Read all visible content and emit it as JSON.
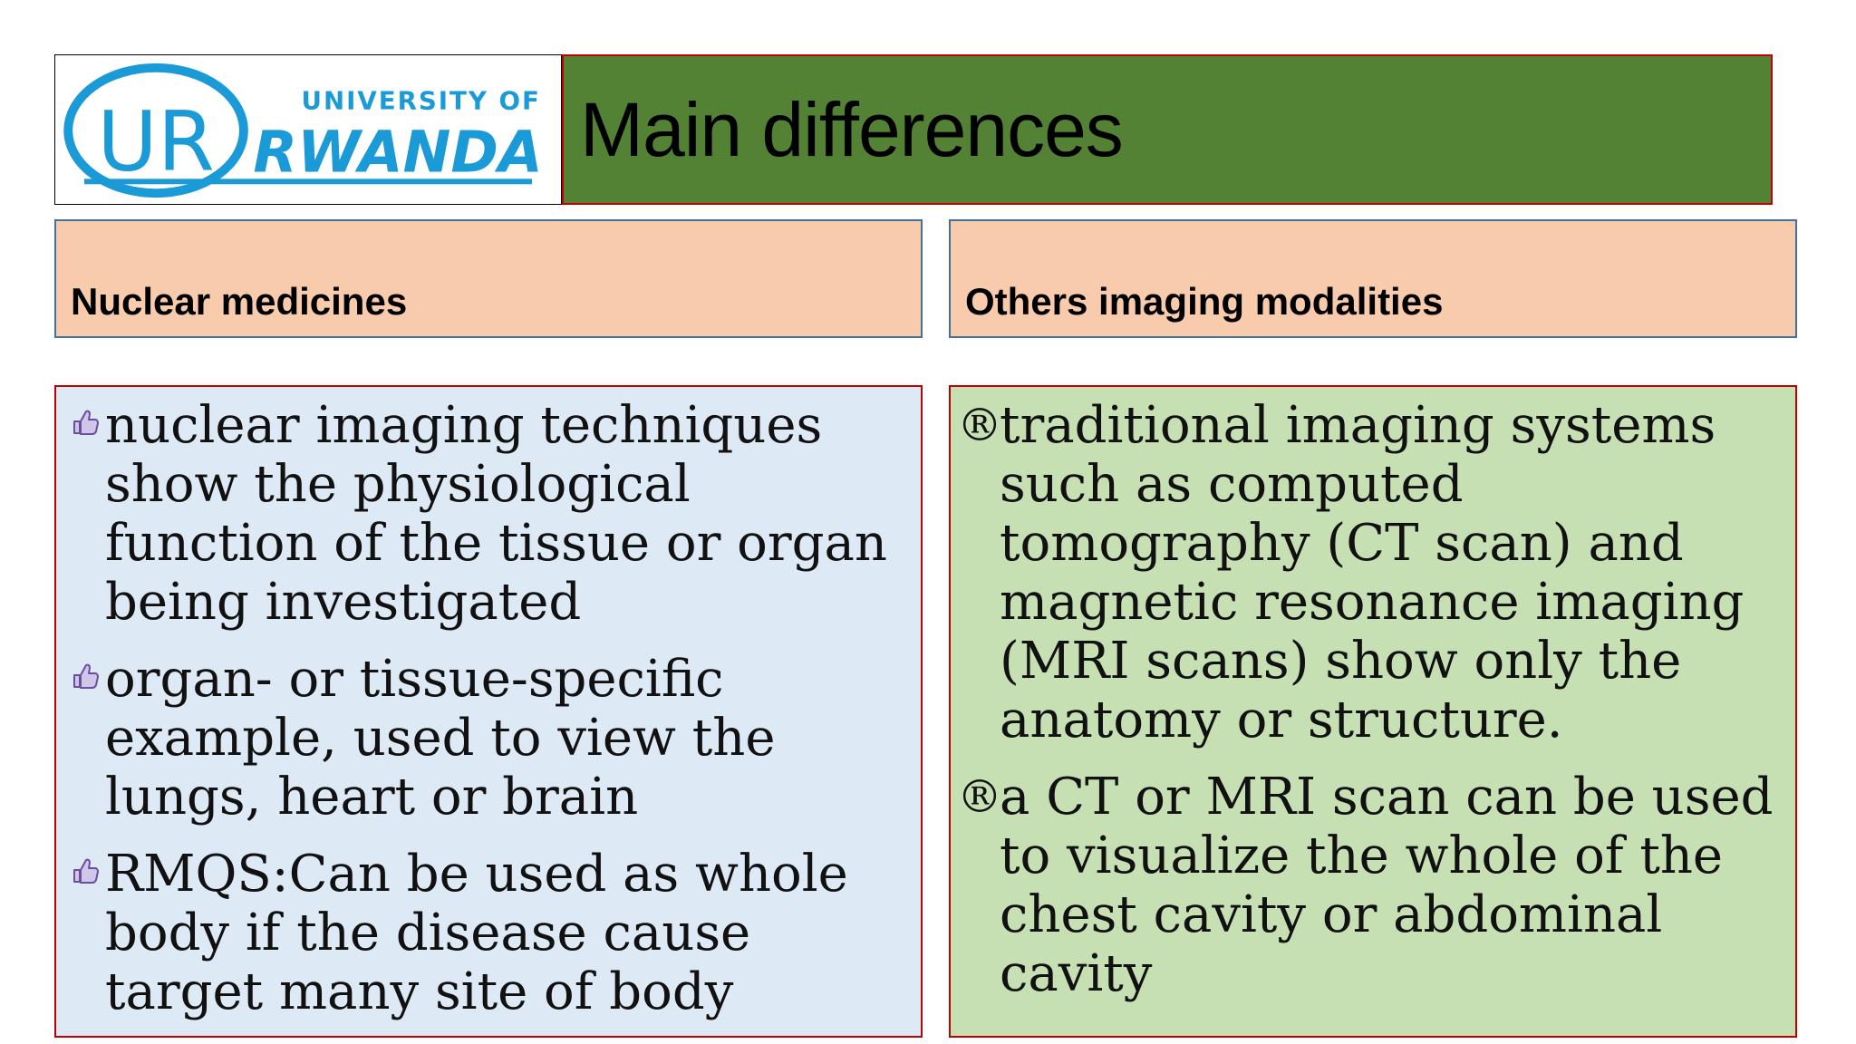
{
  "logo": {
    "monogram": "UR",
    "line1": "UNIVERSITY OF",
    "line2": "RWANDA",
    "color": "#1a9ad6"
  },
  "title": "Main differences",
  "colors": {
    "title_bg": "#548235",
    "header_bg": "#f8cbad",
    "left_panel_bg": "#dee9f6",
    "right_panel_bg": "#c6e0b4",
    "panel_border": "#c00000"
  },
  "left": {
    "header": "Nuclear medicines",
    "bullet_icon": "thumbs-up-icon",
    "bullets": [
      "nuclear imaging techniques show the physiological function of the tissue or organ being investigated",
      "organ- or tissue-specific example, used to view the lungs, heart or brain",
      "RMQS:Can be used as whole body if the disease cause target many site of body"
    ]
  },
  "right": {
    "header": "Others imaging modalities",
    "bullet_symbol": "®",
    "bullets": [
      "traditional imaging systems such as computed tomography (CT scan) and magnetic resonance imaging (MRI scans) show only the anatomy or structure.",
      "a CT or MRI scan can be used to visualize the whole of the chest cavity or abdominal cavity"
    ]
  }
}
